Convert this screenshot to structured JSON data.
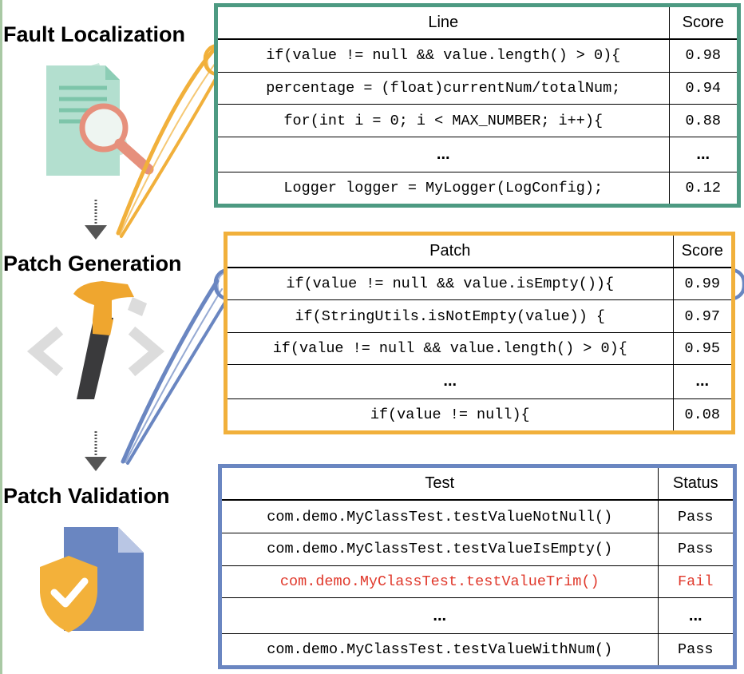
{
  "stages": [
    {
      "title": "Fault Localization",
      "icon": "document-search-icon"
    },
    {
      "title": "Patch Generation",
      "icon": "hammer-code-icon"
    },
    {
      "title": "Patch Validation",
      "icon": "document-shield-check-icon"
    }
  ],
  "colors": {
    "fault": "#4d9a82",
    "patch": "#f1b03b",
    "validation": "#6a86c1",
    "fail": "#e0382b"
  },
  "fault_table": {
    "headers": [
      "Line",
      "Score"
    ],
    "rows": [
      {
        "line": "if(value != null && value.length() > 0){",
        "score": "0.98"
      },
      {
        "line": "percentage = (float)currentNum/totalNum;",
        "score": "0.94"
      },
      {
        "line": "for(int i = 0; i < MAX_NUMBER; i++){",
        "score": "0.88"
      },
      {
        "line": "...",
        "score": "..."
      },
      {
        "line": "Logger logger = MyLogger(LogConfig);",
        "score": "0.12"
      }
    ]
  },
  "patch_table": {
    "headers": [
      "Patch",
      "Score"
    ],
    "rows": [
      {
        "patch": "if(value != null && value.isEmpty()){",
        "score": "0.99"
      },
      {
        "patch": "if(StringUtils.isNotEmpty(value)) {",
        "score": "0.97"
      },
      {
        "patch": "if(value != null && value.length() > 0){",
        "score": "0.95"
      },
      {
        "patch": "...",
        "score": "..."
      },
      {
        "patch": "if(value != null){",
        "score": "0.08"
      }
    ]
  },
  "test_table": {
    "headers": [
      "Test",
      "Status"
    ],
    "rows": [
      {
        "test": "com.demo.MyClassTest.testValueNotNull()",
        "status": "Pass"
      },
      {
        "test": "com.demo.MyClassTest.testValueIsEmpty()",
        "status": "Pass"
      },
      {
        "test": "com.demo.MyClassTest.testValueTrim()",
        "status": "Fail"
      },
      {
        "test": "...",
        "status": "..."
      },
      {
        "test": "com.demo.MyClassTest.testValueWithNum()",
        "status": "Pass"
      }
    ]
  }
}
